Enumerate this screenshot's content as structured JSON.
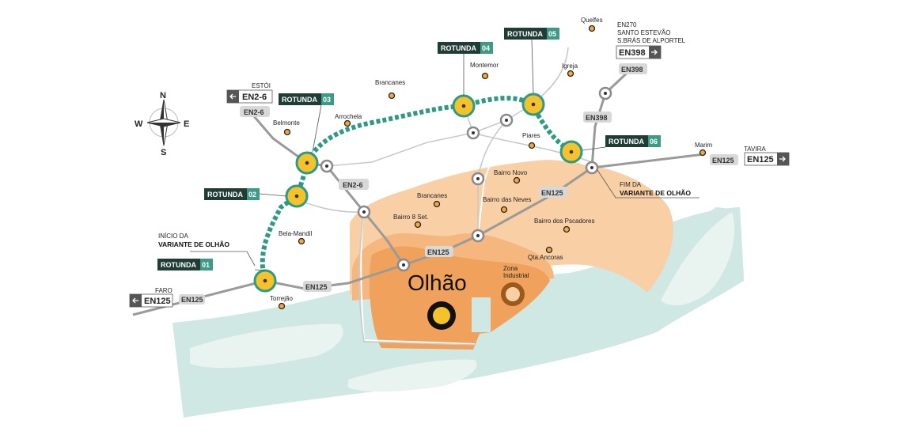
{
  "compass": {
    "n": "N",
    "s": "S",
    "e": "E",
    "w": "W"
  },
  "city": {
    "name": "Olhão"
  },
  "zona_industrial": {
    "line1": "Zona",
    "line2": "Industrial"
  },
  "roundabouts": [
    {
      "label": "ROTUNDA",
      "num": "01"
    },
    {
      "label": "ROTUNDA",
      "num": "02"
    },
    {
      "label": "ROTUNDA",
      "num": "03"
    },
    {
      "label": "ROTUNDA",
      "num": "04"
    },
    {
      "label": "ROTUNDA",
      "num": "05"
    },
    {
      "label": "ROTUNDA",
      "num": "06"
    }
  ],
  "road_shields": {
    "en125_faro": "EN125",
    "en125_a": "EN125",
    "en125_b": "EN125",
    "en125_c": "EN125",
    "en125_tavira": "EN125",
    "en2_6_a": "EN2-6",
    "en2_6_b": "EN2-6",
    "en398_a": "EN398",
    "en398_b": "EN398"
  },
  "destinations": {
    "faro": {
      "label": "FARO",
      "road": "EN125"
    },
    "estoi": {
      "label": "ESTÓI",
      "road": "EN2-6"
    },
    "tavira": {
      "label": "TAVIRA",
      "road": "EN125"
    },
    "north": {
      "line1": "EN270",
      "line2": "SANTO ESTEVÃO",
      "line3": "S.BRÁS DE ALPORTEL",
      "road": "EN398"
    }
  },
  "variante_inicio": {
    "line1": "INÍCIO DA",
    "line2": "VARIANTE DE OLHÃO"
  },
  "variante_fim": {
    "line1": "FIM DA",
    "line2": "VARIANTE DE OLHÃO"
  },
  "places": {
    "quelfes": "Quelfes",
    "montemor": "Montemor",
    "igreja": "Igreja",
    "brancanes_n": "Brancanes",
    "belmonte": "Belmonte",
    "arrochela": "Arrochela",
    "pinheiro_pires": "Piares",
    "marim": "Marim",
    "bairro_novo": "Bairro Novo",
    "brancanes_s": "Brancanes",
    "bairro_neves": "Bairro das Neves",
    "bairro_8set": "Bairro 8 Set.",
    "bairro_pescadores": "Bairro dos Pscadores",
    "bela_mandil": "Bela-Mandil",
    "qta_ancoras": "Qta.Ancoras",
    "torrejao": "Torrejão"
  },
  "colors": {
    "sea": "#cfe8e3",
    "land_light": "#f9cfa6",
    "land_mid": "#f5b77e",
    "land_dark": "#f0a25c",
    "variante": "#2e9a86",
    "roundabout_fill": "#f6c22c",
    "road": "#9a9a9a",
    "rotunda_bg": "#1f3c35",
    "rotunda_num_bg": "#3c9a87"
  },
  "icons": [
    "compass-rose-icon",
    "arrow-left-icon",
    "arrow-right-icon",
    "place-dot-icon",
    "junction-icon",
    "city-center-icon"
  ]
}
